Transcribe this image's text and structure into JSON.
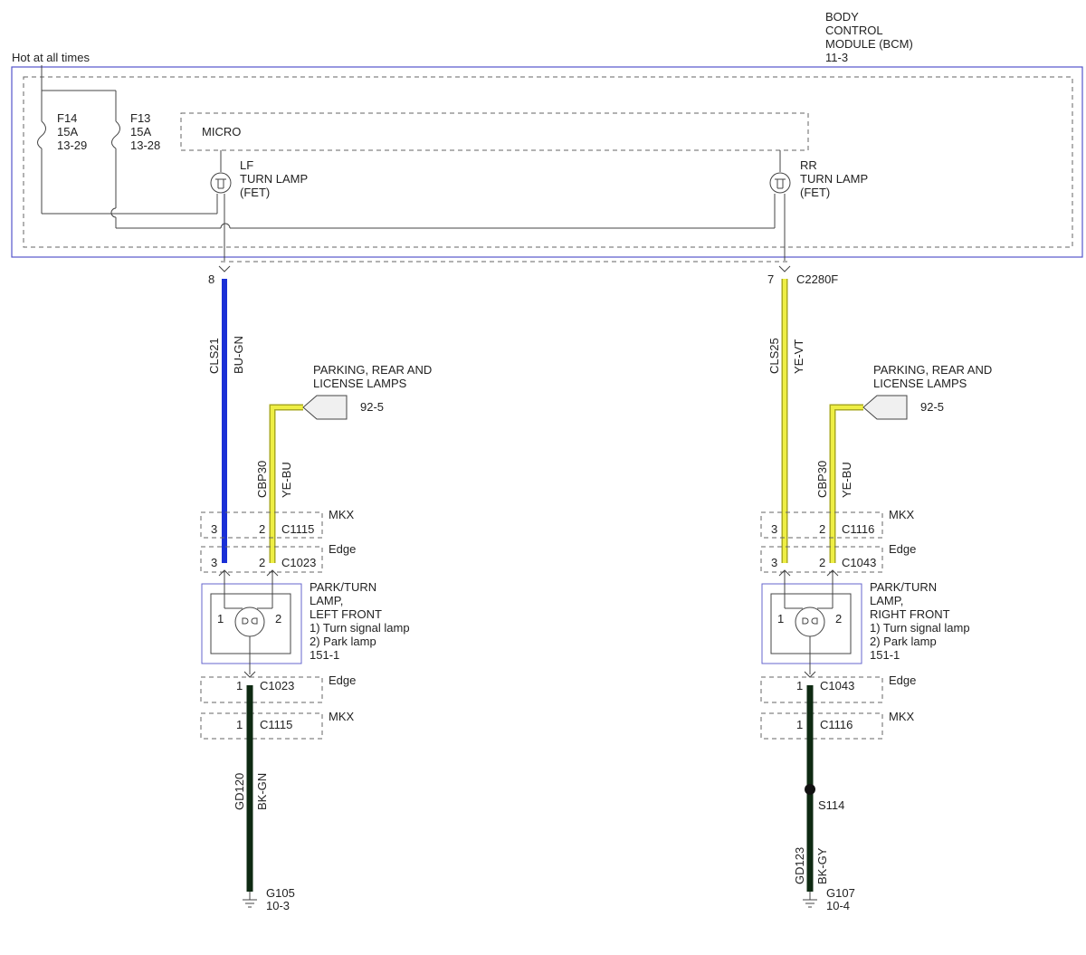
{
  "colors": {
    "bcm_border": "#5555cc",
    "connector_border": "#6666cc",
    "wire_blue": "#1a2fd6",
    "wire_yellow": "#eeee44",
    "wire_yellow_edge": "#aaaa22",
    "wire_ground": "#0e2a12",
    "line": "#444444"
  },
  "header": {
    "hot": "Hot at all times",
    "bcm": [
      "BODY",
      "CONTROL",
      "MODULE (BCM)",
      "11-3"
    ]
  },
  "bcm": {
    "fuses": [
      {
        "name": "F14",
        "rating": "15A",
        "ref": "13-29"
      },
      {
        "name": "F13",
        "rating": "15A",
        "ref": "13-28"
      }
    ],
    "micro": "MICRO",
    "lf_fet": [
      "LF",
      "TURN LAMP",
      "(FET)"
    ],
    "rr_fet": [
      "RR",
      "TURN LAMP",
      "(FET)"
    ]
  },
  "left": {
    "pin": "8",
    "circuit": "CLS21",
    "color_code": "BU-GN",
    "park_label": [
      "PARKING, REAR AND",
      "LICENSE LAMPS"
    ],
    "park_ref": "92-5",
    "park_circuit": "CBP30",
    "park_color": "YE-BU",
    "conn_top": [
      {
        "pin_a": "3",
        "pin_b": "2",
        "conn": "C1115",
        "model": "MKX"
      },
      {
        "pin_a": "3",
        "pin_b": "2",
        "conn": "C1023",
        "model": "Edge"
      }
    ],
    "lamp": {
      "pin1": "1",
      "pin2": "2",
      "label": [
        "PARK/TURN",
        "LAMP,",
        "LEFT FRONT",
        "1) Turn signal lamp",
        "2) Park lamp",
        "151-1"
      ]
    },
    "conn_bottom": [
      {
        "pin": "1",
        "conn": "C1023",
        "model": "Edge"
      },
      {
        "pin": "1",
        "conn": "C1115",
        "model": "MKX"
      }
    ],
    "ground_circuit": "GD120",
    "ground_color": "BK-GN",
    "ground": "G105",
    "ground_ref": "10-3"
  },
  "right": {
    "pin": "7",
    "connector": "C2280F",
    "circuit": "CLS25",
    "color_code": "YE-VT",
    "park_label": [
      "PARKING, REAR AND",
      "LICENSE LAMPS"
    ],
    "park_ref": "92-5",
    "park_circuit": "CBP30",
    "park_color": "YE-BU",
    "conn_top": [
      {
        "pin_a": "3",
        "pin_b": "2",
        "conn": "C1116",
        "model": "MKX"
      },
      {
        "pin_a": "3",
        "pin_b": "2",
        "conn": "C1043",
        "model": "Edge"
      }
    ],
    "lamp": {
      "pin1": "1",
      "pin2": "2",
      "label": [
        "PARK/TURN",
        "LAMP,",
        "RIGHT FRONT",
        "1) Turn signal lamp",
        "2) Park lamp",
        "151-1"
      ]
    },
    "conn_bottom": [
      {
        "pin": "1",
        "conn": "C1043",
        "model": "Edge"
      },
      {
        "pin": "1",
        "conn": "C1116",
        "model": "MKX"
      }
    ],
    "splice": "S114",
    "ground_circuit": "GD123",
    "ground_color": "BK-GY",
    "ground": "G107",
    "ground_ref": "10-4"
  }
}
